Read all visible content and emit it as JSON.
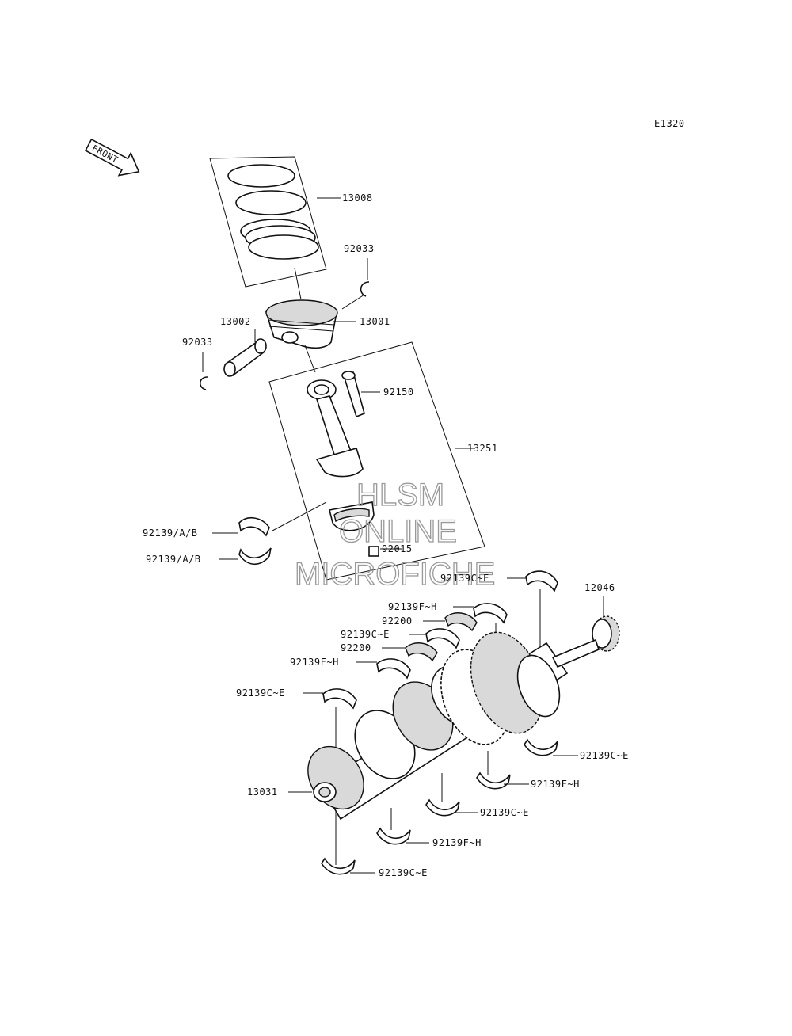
{
  "diagram_code": "E1320",
  "front_label": "FRONT",
  "watermark": [
    "HLSM",
    "ONLINE",
    "MICROFICHE"
  ],
  "labels": {
    "rings": "13008",
    "clip_upper": "92033",
    "piston": "13001",
    "piston_pin": "13002",
    "clip_lower": "92033",
    "rod_bolt": "92150",
    "con_rod": "13251",
    "rod_bearing_1": "92139/A/B",
    "rod_bearing_2": "92139/A/B",
    "rod_nut": "92015",
    "main_bearing_top": "92139C~E",
    "gear": "12046",
    "bearing_fh_1": "92139F~H",
    "thrust_1": "92200",
    "bearing_ce_2": "92139C~E",
    "thrust_2": "92200",
    "bearing_fh_2": "92139F~H",
    "bearing_ce_3": "92139C~E",
    "crankshaft": "13031",
    "bearing_ce_right": "92139C~E",
    "bearing_fh_lower_1": "92139F~H",
    "bearing_ce_lower_1": "92139C~E",
    "bearing_fh_lower_2": "92139F~H",
    "bearing_ce_lower_2": "92139C~E"
  }
}
